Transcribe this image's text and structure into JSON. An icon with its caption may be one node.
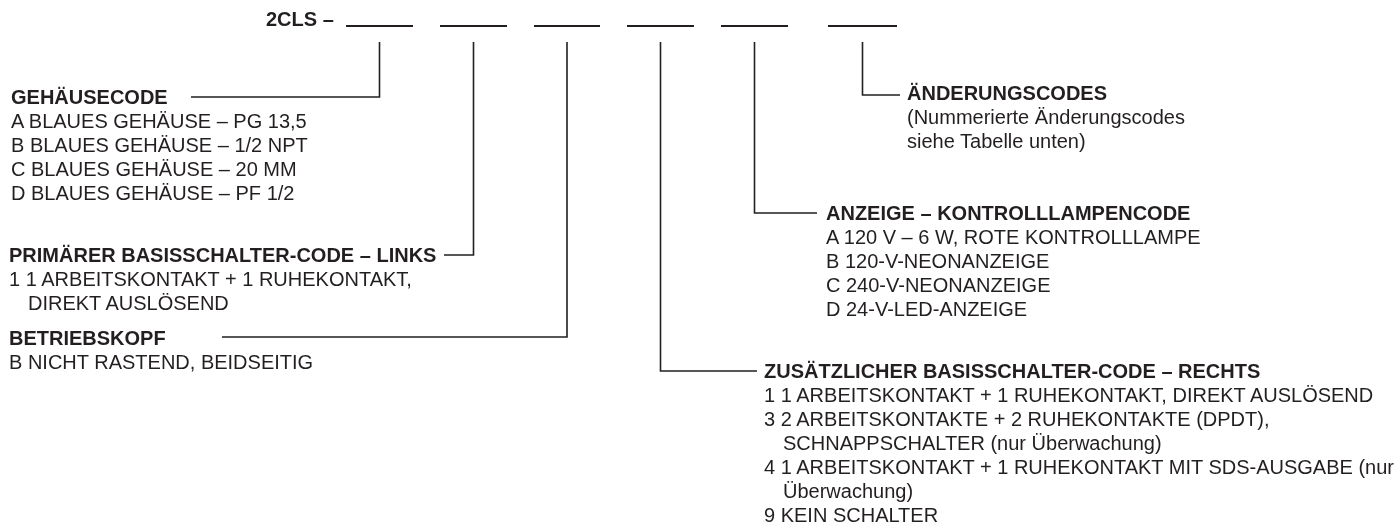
{
  "diagram": {
    "nodes": [
      {
        "text": [],
        "shape": "bar"
      },
      {
        "text": [],
        "shape": "bar"
      },
      {
        "text": [],
        "shape": "bar"
      },
      {
        "text": [],
        "shape": "bar"
      },
      {
        "text": [],
        "shape": "bar"
      },
      {
        "text": [],
        "shape": "bar"
      },
      {
        "text": [
          "GEHÄUSECODE",
          "A BLAUES GEHÄUSE – PG 13,5",
          "B BLAUES GEHÄUSE – 1/2 NPT",
          "C BLAUES GEHÄUSE – 20 MM",
          "D BLAUES GEHÄUSE – PF 1/2"
        ]
      },
      {
        "text": [
          "PRIMÄRER BASISSCHALTER-CODE – LINKS",
          "1 1 ARBEITSKONTAKT + 1 RUHEKONTAKT, DIREKT AUSLÖSEND"
        ]
      },
      {
        "text": [
          "BETRIEBSKOPF",
          "B NICHT RASTEND, BEIDSEITIG"
        ]
      },
      {
        "text": [
          "ZUSÄTZLICHER BASISSCHALTER-CODE – RECHTS",
          "1 1 ARBEITSKONTAKT + 1 RUHEKONTAKT, DIREKT AUSLÖSEND",
          "3 2 ARBEITSKONTAKTE + 2 RUHEKONTAKTE (DPDT), SCHNAPPSCHALTER (nur Überwachung)",
          "4 1 ARBEITSKONTAKT + 1 RUHEKONTAKT MIT SDS-AUSGABE (nur Überwachung)",
          "9 KEIN SCHALTER"
        ]
      },
      {
        "text": [
          "ANZEIGE – KONTROLLLAMPENCODE",
          "A 120 V – 6 W, ROTE KONTROLLLAMPE",
          "B 120-V-NEONANZEIGE",
          "C 240-V-NEONANZEIGE",
          "D 24-V-LED-ANZEIGE"
        ]
      },
      {
        "text": [
          "ÄNDERUNGSCODES",
          "(Nummerierte Änderungscodes siehe Tabelle unten)"
        ]
      }
    ],
    "edges": [
      {
        "from": 0,
        "to": 6,
        "arrow": "none"
      },
      {
        "from": 1,
        "to": 7,
        "arrow": "none"
      },
      {
        "from": 2,
        "to": 8,
        "arrow": "none"
      },
      {
        "from": 3,
        "to": 9,
        "arrow": "none"
      },
      {
        "from": 4,
        "to": 10,
        "arrow": "none"
      },
      {
        "from": 5,
        "to": 11,
        "arrow": "none"
      }
    ],
    "labels": [
      "2CLS –"
    ]
  }
}
